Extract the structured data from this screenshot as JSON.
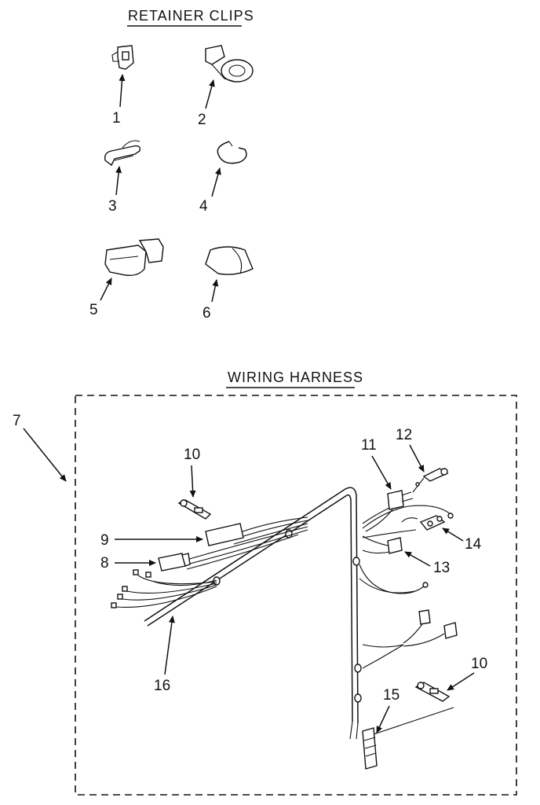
{
  "sections": {
    "retainer_clips": {
      "title": "RETAINER CLIPS"
    },
    "wiring_harness": {
      "title": "WIRING HARNESS"
    }
  },
  "callouts": {
    "c1": "1",
    "c2": "2",
    "c3": "3",
    "c4": "4",
    "c5": "5",
    "c6": "6",
    "c7": "7",
    "c8": "8",
    "c9": "9",
    "c10a": "10",
    "c10b": "10",
    "c11": "11",
    "c12": "12",
    "c13": "13",
    "c14": "14",
    "c15": "15",
    "c16": "16"
  }
}
